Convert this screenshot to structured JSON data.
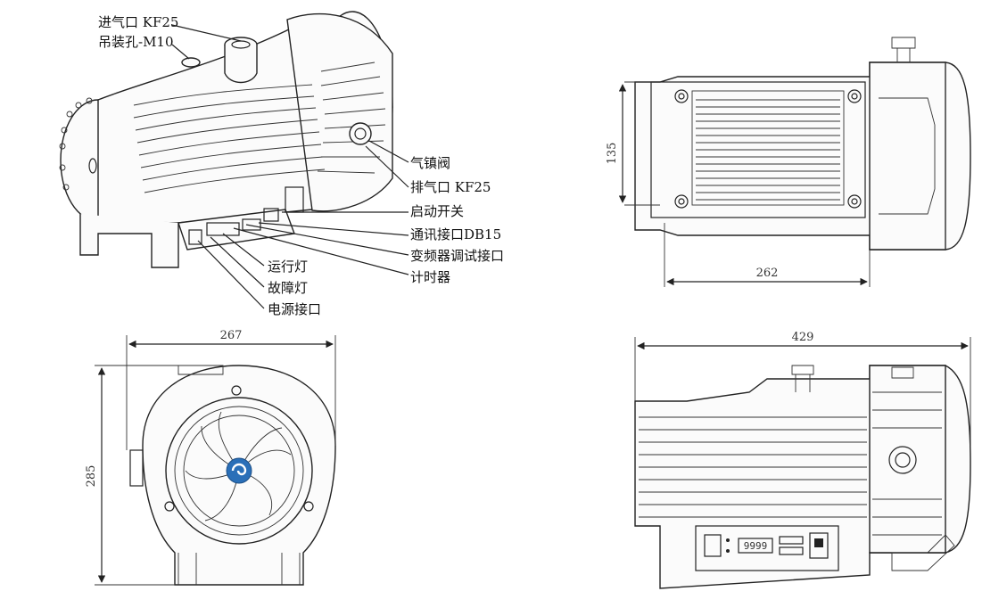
{
  "labels": {
    "inlet": "进气口 KF25",
    "lifting_hole": "吊装孔-M10",
    "gas_ballast": "气镇阀",
    "exhaust": "排气口 KF25",
    "start_switch": "启动开关",
    "comm_port": "通讯接口DB15",
    "inverter_debug": "变频器调试接口",
    "timer": "计时器",
    "run_light": "运行灯",
    "fault_light": "故障灯",
    "power_port": "电源接口"
  },
  "dimensions": {
    "top_height": "135",
    "top_width": "262",
    "front_width": "267",
    "front_height": "285",
    "side_length": "429"
  },
  "timer_display": "9999"
}
